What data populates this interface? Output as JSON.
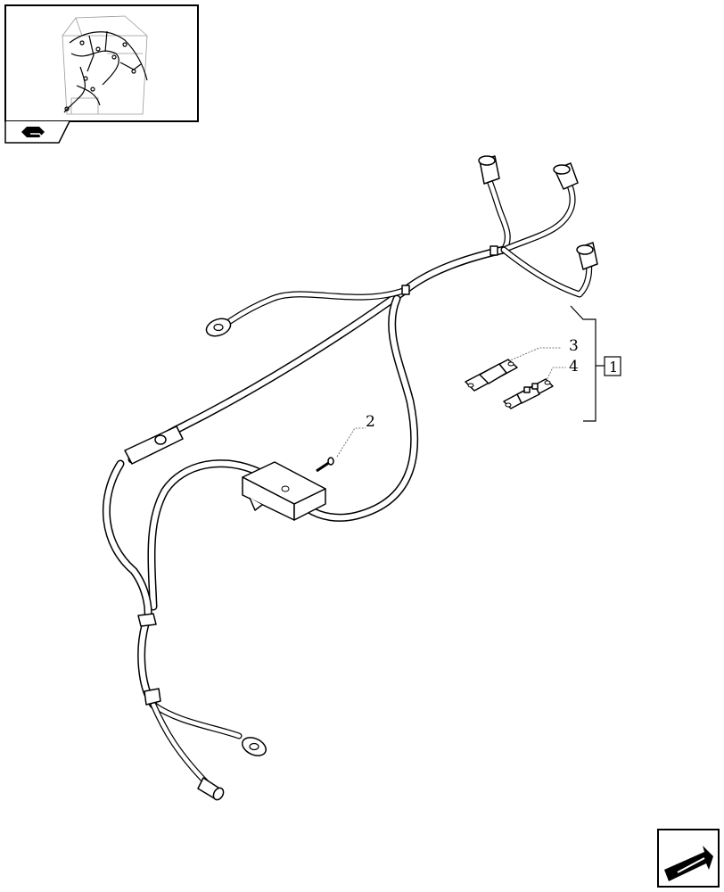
{
  "callouts": {
    "bracket_item": "1",
    "item_2": "2",
    "item_3": "3",
    "item_4": "4"
  },
  "icons": {
    "thumbnail": "tractor-cab-wiring-thumbnail",
    "nav_back": "arrow-back-icon",
    "nav_next": "arrow-next-icon"
  },
  "colors": {
    "line": "#000000",
    "background": "#ffffff"
  }
}
